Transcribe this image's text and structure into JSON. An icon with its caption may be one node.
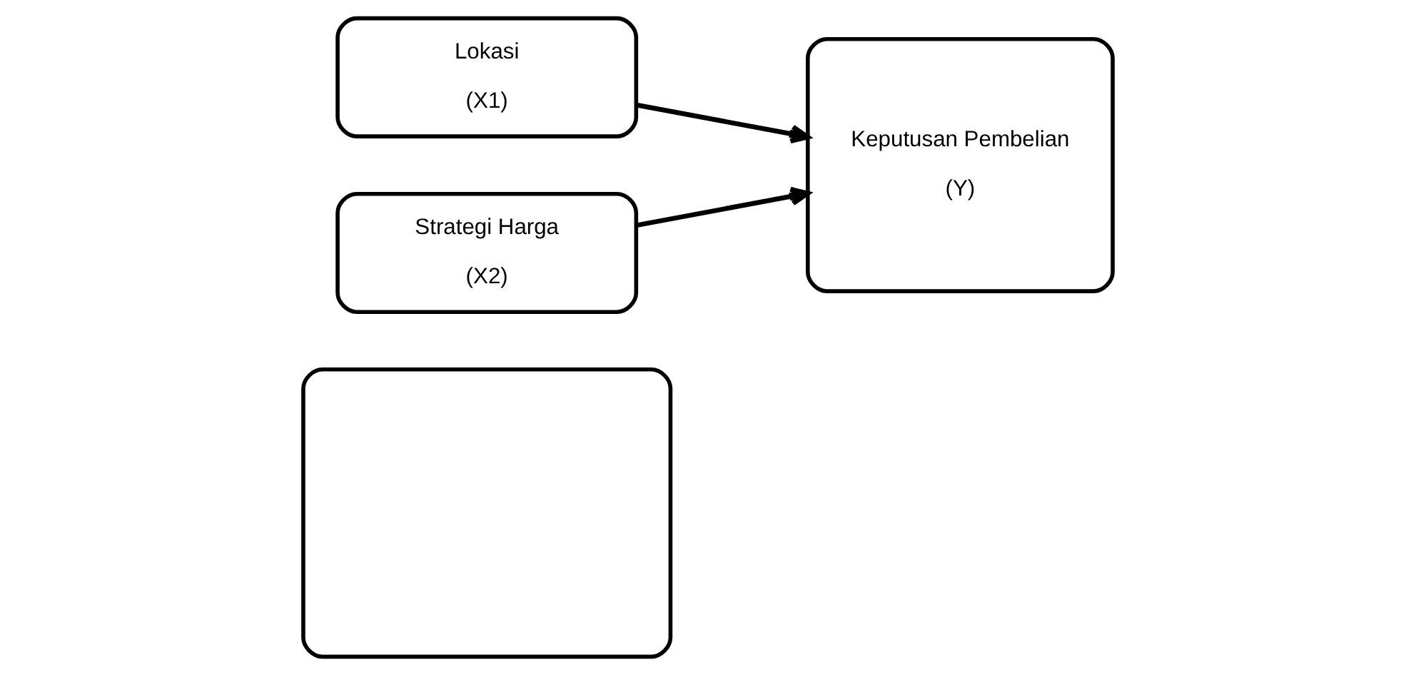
{
  "diagram": {
    "nodes": [
      {
        "text": [],
        "shape": "box"
      },
      {
        "text": [
          "Lokasi",
          "(X1)"
        ]
      },
      {
        "text": [
          "Strategi Harga",
          "(X2)"
        ]
      },
      {
        "text": [
          "Keputusan Pembelian",
          "(Y)"
        ]
      }
    ],
    "edges": [
      {
        "from": 1,
        "to": 3,
        "arrow": "to"
      },
      {
        "from": 2,
        "to": 3,
        "arrow": "to"
      }
    ]
  }
}
